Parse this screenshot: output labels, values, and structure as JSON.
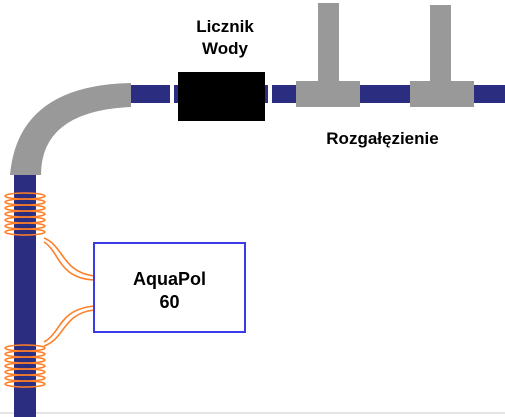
{
  "meter": {
    "line1": "Licznik",
    "line2": "Wody"
  },
  "branch": {
    "label": "Rozgałęzienie"
  },
  "device": {
    "line1": "AquaPol",
    "line2": "60"
  },
  "colors": {
    "pipe": "#2b2e80",
    "elbow": "#999999",
    "meter": "#000000",
    "tee": "#999999",
    "coil": "#ff7f27",
    "box_border": "#3a3ae8"
  }
}
